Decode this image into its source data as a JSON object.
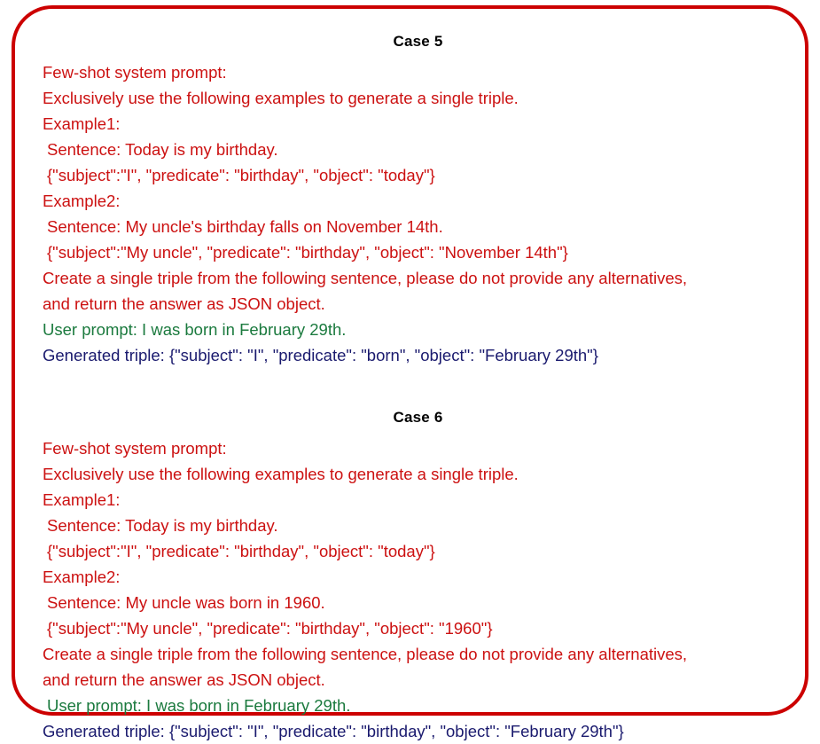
{
  "figure": {
    "border_color": "#CC0000",
    "background_color": "#ffffff",
    "colors": {
      "prompt_red": "#CC1111",
      "user_green": "#1B7A3E",
      "generated_blue": "#1A1A6E",
      "title_black": "#000000"
    }
  },
  "cases": [
    {
      "title": "Case 5",
      "lines": [
        {
          "text": "Few-shot system prompt:",
          "color": "red",
          "indent": false
        },
        {
          "text": "Exclusively use the following examples to generate a single triple.",
          "color": "red",
          "indent": false
        },
        {
          "text": "Example1:",
          "color": "red",
          "indent": false
        },
        {
          "text": "Sentence: Today is my birthday.",
          "color": "red",
          "indent": true
        },
        {
          "text": "{\"subject\":\"I\", \"predicate\": \"birthday\", \"object\": \"today\"}",
          "color": "red",
          "indent": true
        },
        {
          "text": "Example2:",
          "color": "red",
          "indent": false
        },
        {
          "text": "Sentence: My uncle's birthday falls on November 14th.",
          "color": "red",
          "indent": true
        },
        {
          "text": "{\"subject\":\"My uncle\", \"predicate\": \"birthday\", \"object\": \"November 14th\"}",
          "color": "red",
          "indent": true
        },
        {
          "text": "Create a single triple from the following sentence, please do not provide any alternatives,",
          "color": "red",
          "indent": false
        },
        {
          "text": "and return the answer as JSON object.",
          "color": "red",
          "indent": false
        },
        {
          "text": "User prompt: I was born in February 29th.",
          "color": "green",
          "indent": false
        },
        {
          "text": "Generated triple: {\"subject\": \"I\", \"predicate\": \"born\", \"object\": \"February 29th\"}",
          "color": "blue",
          "indent": false
        }
      ]
    },
    {
      "title": "Case 6",
      "lines": [
        {
          "text": "Few-shot system prompt:",
          "color": "red",
          "indent": false
        },
        {
          "text": "Exclusively use the following examples to generate a single triple.",
          "color": "red",
          "indent": false
        },
        {
          "text": "Example1:",
          "color": "red",
          "indent": false
        },
        {
          "text": "Sentence: Today is my birthday.",
          "color": "red",
          "indent": true
        },
        {
          "text": "{\"subject\":\"I\", \"predicate\": \"birthday\", \"object\": \"today\"}",
          "color": "red",
          "indent": true
        },
        {
          "text": "Example2:",
          "color": "red",
          "indent": false
        },
        {
          "text": "Sentence: My uncle was born in 1960.",
          "color": "red",
          "indent": true
        },
        {
          "text": "{\"subject\":\"My uncle\", \"predicate\": \"birthday\", \"object\": \"1960\"}",
          "color": "red",
          "indent": true
        },
        {
          "text": "Create a single triple from the following sentence, please do not provide any alternatives,",
          "color": "red",
          "indent": false
        },
        {
          "text": "and return the answer as JSON object.",
          "color": "red",
          "indent": false
        },
        {
          "text": "User prompt: I was born in February 29th.",
          "color": "green",
          "indent": true
        },
        {
          "text": "Generated triple: {\"subject\": \"I\", \"predicate\": \"birthday\", \"object\": \"February 29th\"}",
          "color": "blue",
          "indent": false
        }
      ]
    }
  ]
}
